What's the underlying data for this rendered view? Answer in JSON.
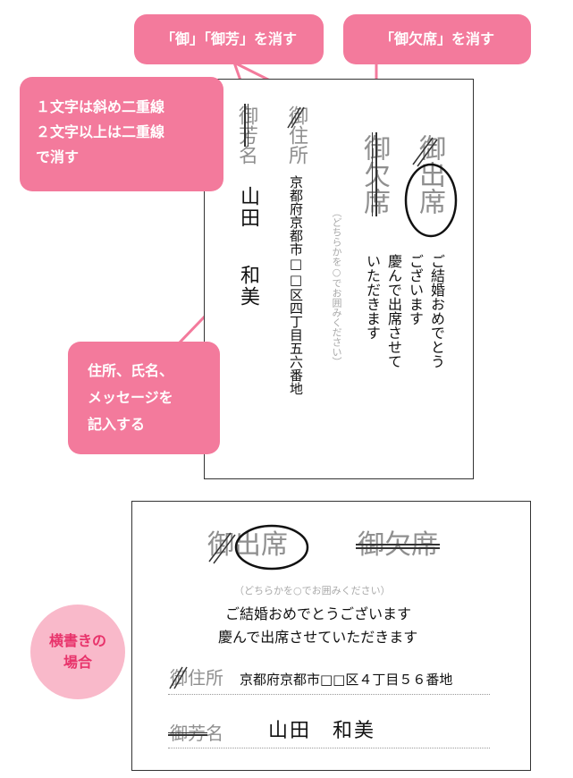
{
  "callouts": {
    "remove_go_gohou": "「御」「御芳」を消す",
    "remove_goketsuseki": "「御欠席」を消す",
    "strike_rules": [
      "１文字は斜め二重線",
      "２文字以上は二重線",
      "で消す"
    ],
    "fill_in": [
      "住所、氏名、",
      "メッセージを",
      "記入する"
    ]
  },
  "vertical_card": {
    "name_label": [
      "御",
      "芳",
      "名"
    ],
    "address_label": [
      "御",
      "住",
      "所"
    ],
    "attend": [
      "御",
      "出",
      "席"
    ],
    "absent": [
      "御",
      "欠",
      "席"
    ],
    "hint": "（どちらかを○でお囲みください）",
    "address_value": "京都府京都市□□区四丁目五六番地",
    "name_family": "山田",
    "name_given": "和美",
    "message_lines": [
      "ご結婚おめでとう",
      "ございます",
      "慶んで出席させて",
      "いただきます"
    ]
  },
  "horizontal_badge": "横書きの場合",
  "horizontal_badge_lines": [
    "横書きの",
    "場合"
  ],
  "horizontal_card": {
    "attend": [
      "御",
      "出席"
    ],
    "absent": "御欠席",
    "hint": "（どちらかを○でお囲みください）",
    "message_lines": [
      "ご結婚おめでとうございます",
      "慶んで出席させていただきます"
    ],
    "address_label": [
      "御",
      "住所"
    ],
    "address_value": "京都府京都市□□区４丁目５６番地",
    "name_label": [
      "御芳",
      "名"
    ],
    "name_value": "山田　和美"
  },
  "colors": {
    "accent": "#f37a9c",
    "badge": "#f9b9ca",
    "badge_text": "#e8336b"
  }
}
